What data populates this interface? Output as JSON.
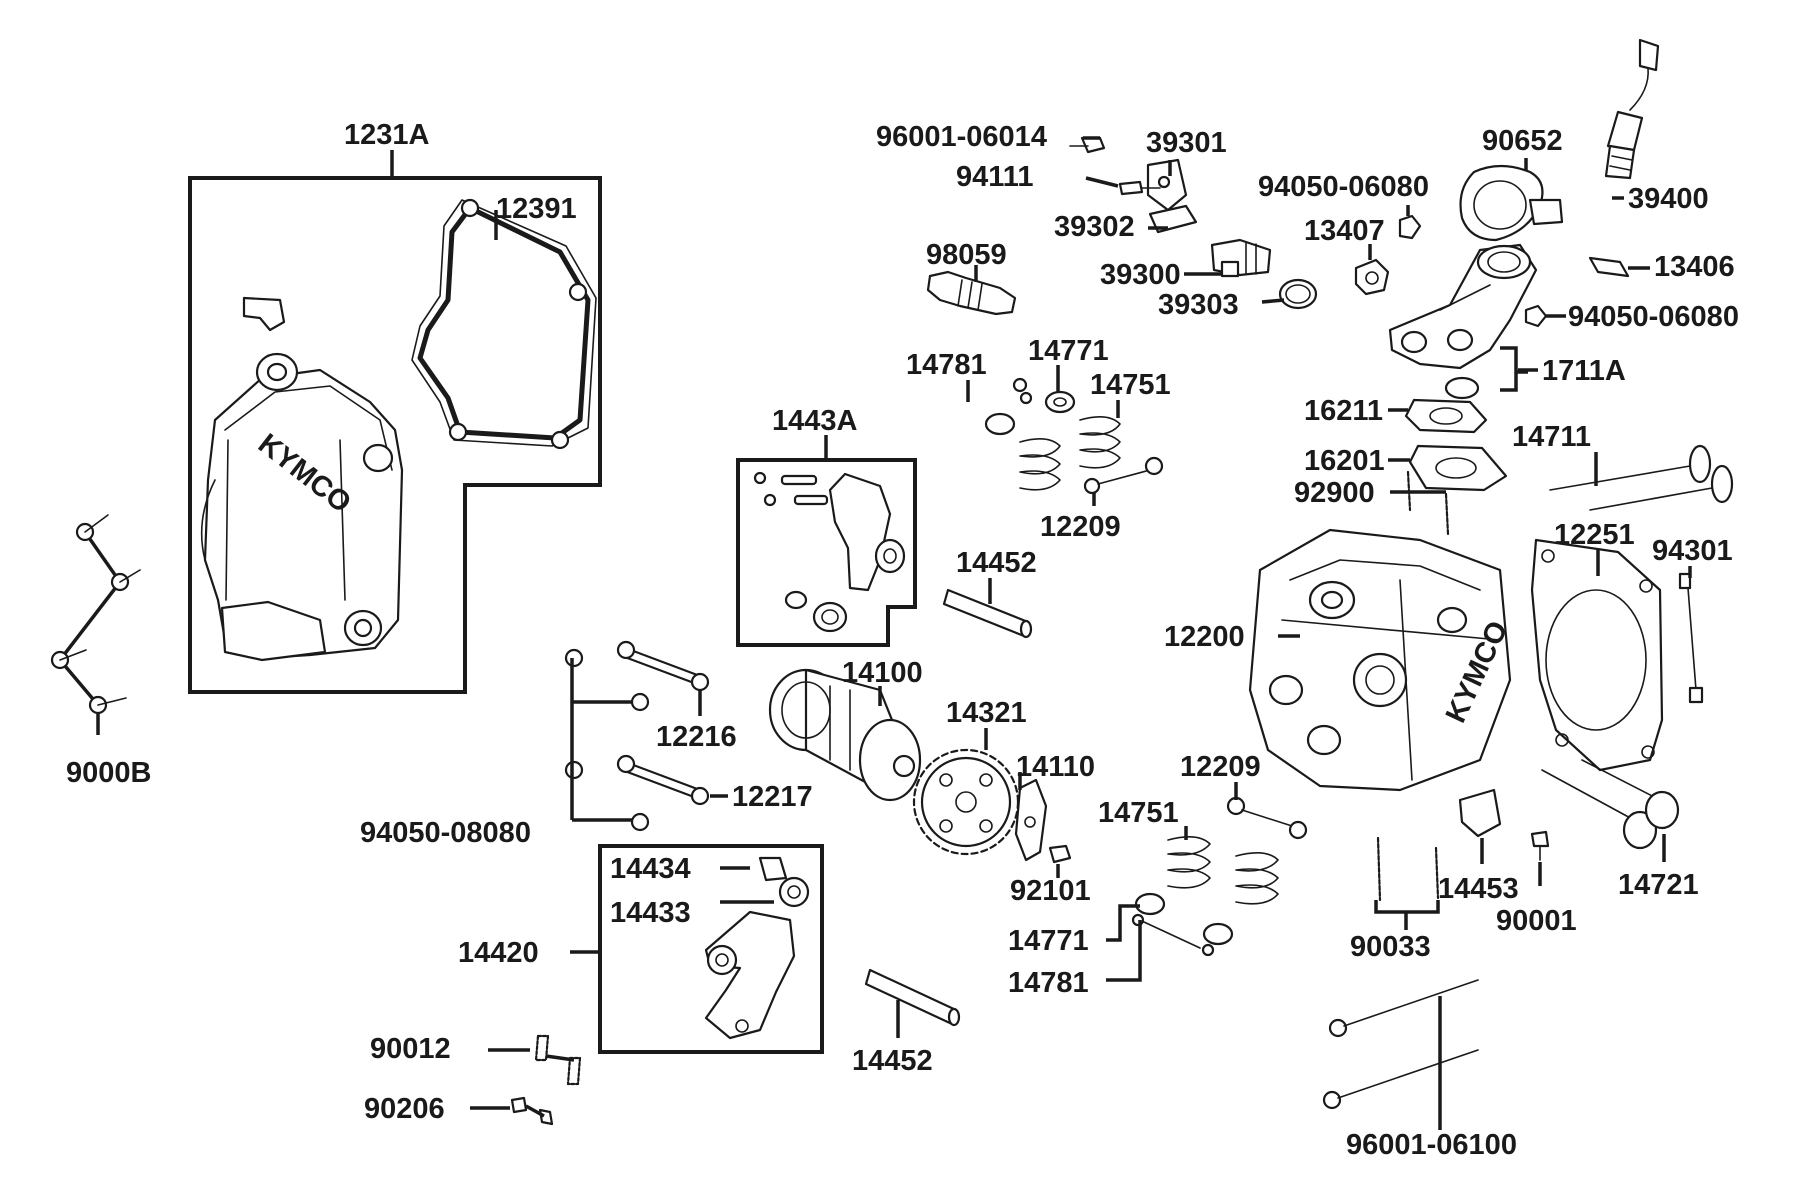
{
  "brand_text": "KYMCO",
  "labels": {
    "p1231A": "1231A",
    "p12391": "12391",
    "p9000B": "9000B",
    "p96001_06014": "96001-06014",
    "p39301": "39301",
    "p94111": "94111",
    "p39302": "39302",
    "p39300": "39300",
    "p39303": "39303",
    "p98059": "98059",
    "p94050_06080_a": "94050-06080",
    "p13407": "13407",
    "p90652": "90652",
    "p39400": "39400",
    "p13406": "13406",
    "p94050_06080_b": "94050-06080",
    "p1711A": "1711A",
    "p14781_a": "14781",
    "p14771_a": "14771",
    "p14751_a": "14751",
    "p12209_a": "12209",
    "p1443A": "1443A",
    "p14452_a": "14452",
    "p16211": "16211",
    "p16201": "16201",
    "p92900": "92900",
    "p14711": "14711",
    "p12251": "12251",
    "p94301": "94301",
    "p12200": "12200",
    "p14100": "14100",
    "p14321": "14321",
    "p12216": "12216",
    "p12217": "12217",
    "p94050_08080": "94050-08080",
    "p14110": "14110",
    "p12209_b": "12209",
    "p14751_b": "14751",
    "p14434": "14434",
    "p14433": "14433",
    "p14420": "14420",
    "p92101": "92101",
    "p14771_b": "14771",
    "p14781_b": "14781",
    "p14453": "14453",
    "p90001": "90001",
    "p14721": "14721",
    "p90033": "90033",
    "p90012": "90012",
    "p14452_b": "14452",
    "p90206": "90206",
    "p96001_06100": "96001-06100"
  }
}
